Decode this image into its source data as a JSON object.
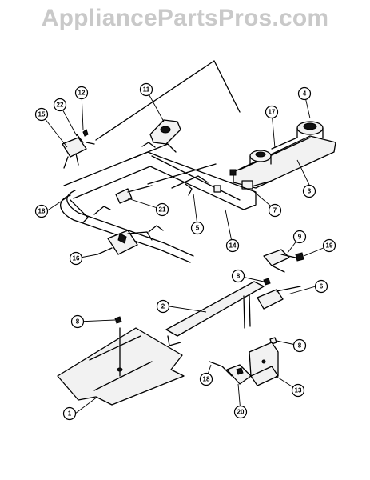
{
  "site": {
    "watermark": "AppliancePartsPros.com"
  },
  "callouts": [
    {
      "id": "c1",
      "label": "1"
    },
    {
      "id": "c2",
      "label": "2"
    },
    {
      "id": "c3",
      "label": "3"
    },
    {
      "id": "c4",
      "label": "4"
    },
    {
      "id": "c5",
      "label": "5"
    },
    {
      "id": "c6",
      "label": "6"
    },
    {
      "id": "c7",
      "label": "7"
    },
    {
      "id": "c8a",
      "label": "8"
    },
    {
      "id": "c8b",
      "label": "8"
    },
    {
      "id": "c8c",
      "label": "8"
    },
    {
      "id": "c9",
      "label": "9"
    },
    {
      "id": "c11",
      "label": "11"
    },
    {
      "id": "c12",
      "label": "12"
    },
    {
      "id": "c13",
      "label": "13"
    },
    {
      "id": "c14",
      "label": "14"
    },
    {
      "id": "c15",
      "label": "15"
    },
    {
      "id": "c16",
      "label": "16"
    },
    {
      "id": "c17",
      "label": "17"
    },
    {
      "id": "c18a",
      "label": "18"
    },
    {
      "id": "c18b",
      "label": "18"
    },
    {
      "id": "c19",
      "label": "19"
    },
    {
      "id": "c20",
      "label": "20"
    },
    {
      "id": "c21",
      "label": "21"
    },
    {
      "id": "c22",
      "label": "22"
    }
  ]
}
